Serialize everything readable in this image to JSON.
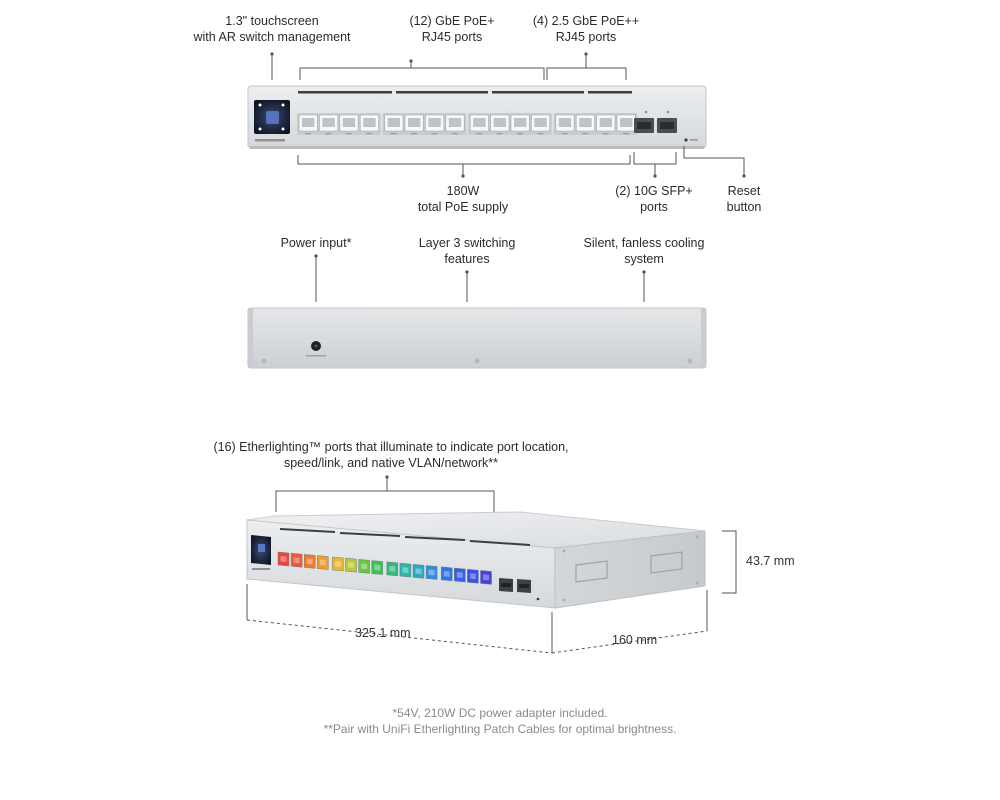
{
  "front_callouts": {
    "touchscreen": "1.3\" touchscreen\nwith AR switch management",
    "gbe_ports": "(12) GbE PoE+\nRJ45 ports",
    "ports_25g": "(4) 2.5 GbE PoE++\nRJ45 ports",
    "poe_budget": "180W\ntotal PoE supply",
    "sfp": "(2) 10G SFP+\nports",
    "reset": "Reset\nbutton"
  },
  "back_callouts": {
    "power": "Power input*",
    "layer3": "Layer 3 switching\nfeatures",
    "cooling": "Silent, fanless cooling\nsystem"
  },
  "iso_callouts": {
    "etherlighting": "(16) Etherlighting™ ports that illuminate to indicate port location,\nspeed/link, and native VLAN/network**"
  },
  "dimensions": {
    "height": "43.7 mm",
    "width": "325.1 mm",
    "depth": "160 mm"
  },
  "footnotes": {
    "note1": "*54V, 210W DC power adapter included.",
    "note2": "**Pair with UniFi Etherlighting Patch Cables for optimal brightness."
  },
  "colors": {
    "chassis": "#dfe1e4",
    "chassis_edge": "#c3c6ca",
    "leader": "#555555",
    "port_leds": [
      "#e8453c",
      "#ea5a37",
      "#ee7a2e",
      "#f09a28",
      "#e6b82a",
      "#b8c93a",
      "#6cc542",
      "#3fbf5b",
      "#2fb97c",
      "#2bb5a6",
      "#2aa9c9",
      "#2d8fdd",
      "#2f74e6",
      "#3360ea",
      "#3a4fe8",
      "#4443e0"
    ]
  }
}
